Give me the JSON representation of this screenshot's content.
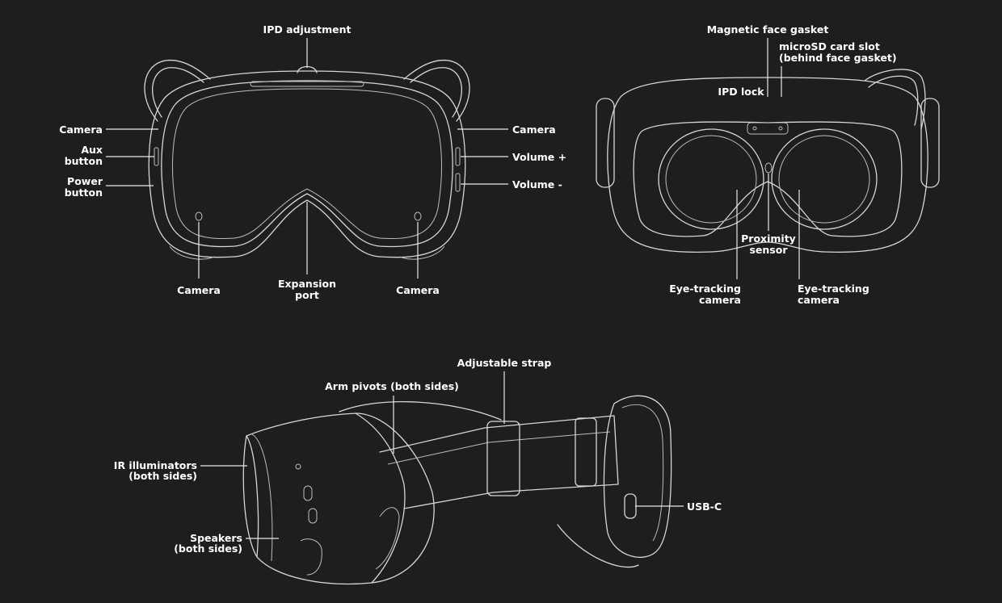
{
  "front_view": {
    "ipd_adjustment": "IPD adjustment",
    "camera_left_side": "Camera",
    "aux_button": [
      "Aux",
      "button"
    ],
    "power_button": [
      "Power",
      "button"
    ],
    "camera_right_side": "Camera",
    "volume_up": "Volume +",
    "volume_down": "Volume -",
    "camera_bottom_left": "Camera",
    "expansion_port": [
      "Expansion",
      "port"
    ],
    "camera_bottom_right": "Camera"
  },
  "back_view": {
    "magnetic_face_gasket": "Magnetic face gasket",
    "microsd_slot": [
      "microSD card slot",
      "(behind face gasket)"
    ],
    "ipd_lock": "IPD lock",
    "proximity_sensor": [
      "Proximity",
      "sensor"
    ],
    "eye_tracking_left": [
      "Eye-tracking",
      "camera"
    ],
    "eye_tracking_right": [
      "Eye-tracking",
      "camera"
    ]
  },
  "side_view": {
    "adjustable_strap": "Adjustable strap",
    "arm_pivots": "Arm pivots (both sides)",
    "ir_illuminators": [
      "IR illuminators",
      "(both sides)"
    ],
    "speakers": [
      "Speakers",
      "(both sides)"
    ],
    "usb_c": "USB-C"
  }
}
